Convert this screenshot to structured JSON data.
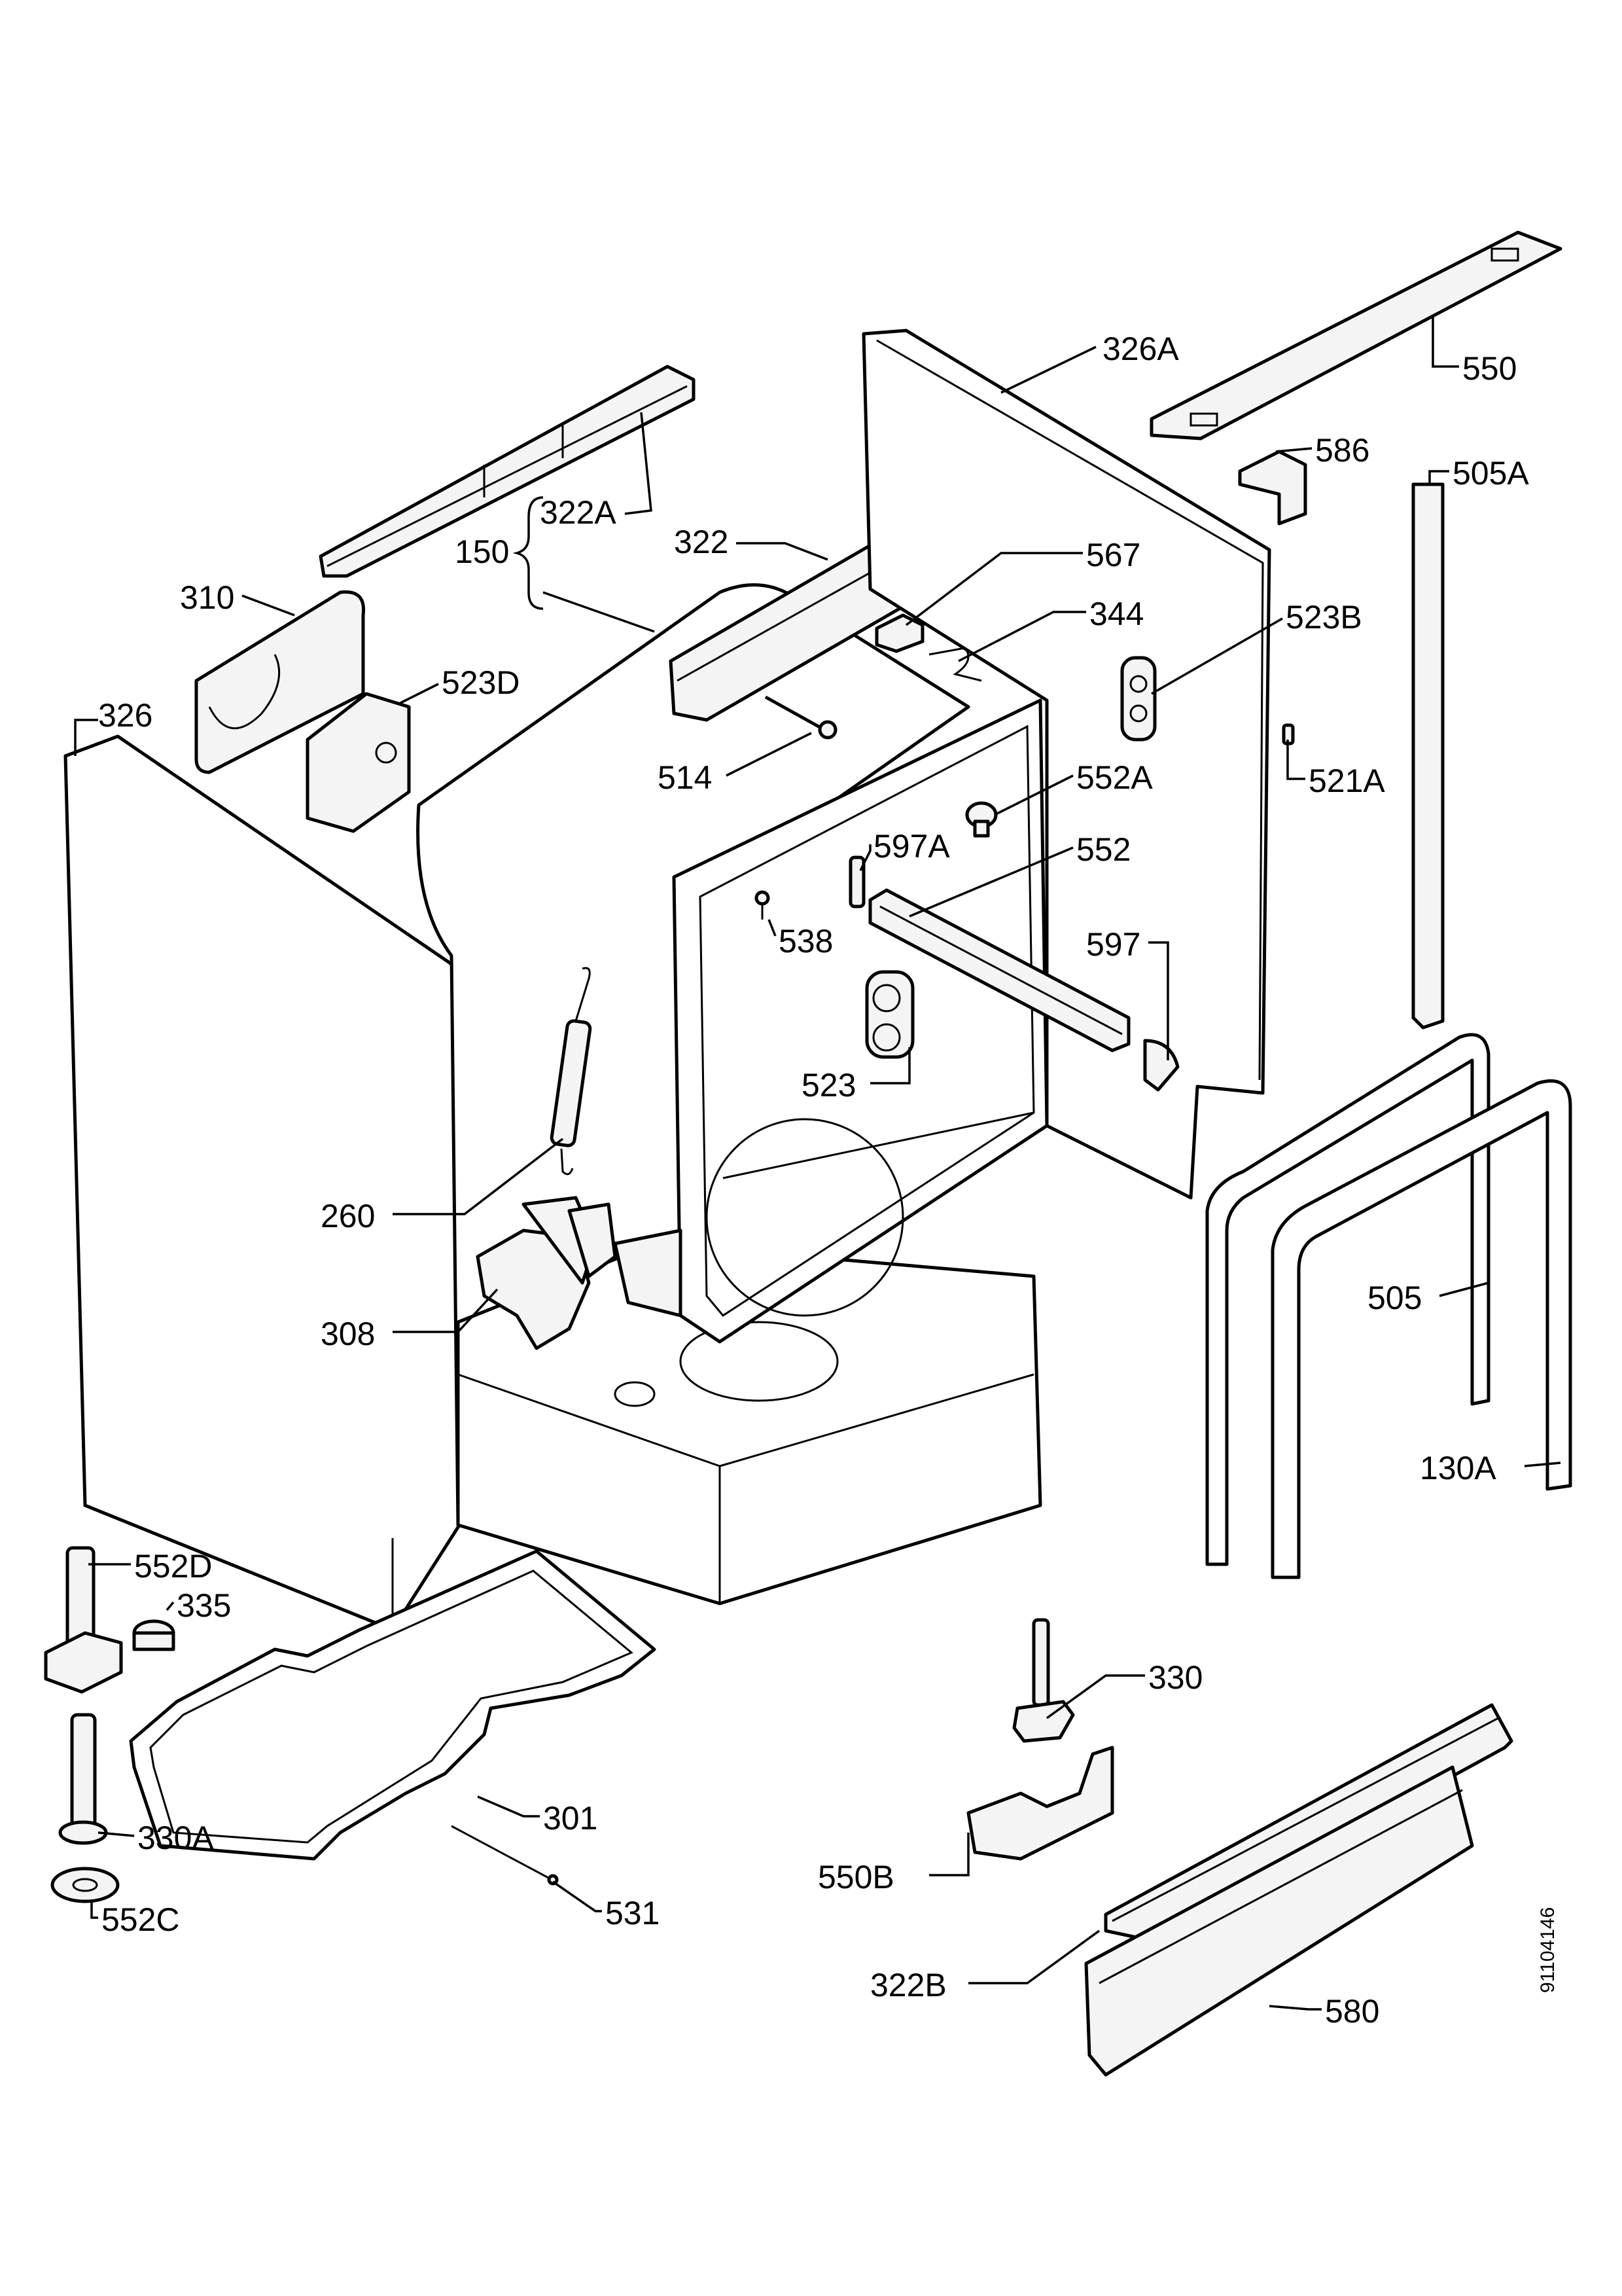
{
  "labels": {
    "l150": "150",
    "l322A": "322A",
    "l310": "310",
    "l523D": "523D",
    "l326": "326",
    "l322": "322",
    "l326A": "326A",
    "l550": "550",
    "l586": "586",
    "l505A": "505A",
    "l567": "567",
    "l344": "344",
    "l523B": "523B",
    "l514": "514",
    "l521A": "521A",
    "l552A": "552A",
    "l597A": "597A",
    "l552": "552",
    "l538": "538",
    "l597": "597",
    "l523": "523",
    "l260": "260",
    "l308": "308",
    "l505": "505",
    "l130A": "130A",
    "l552D": "552D",
    "l335": "335",
    "l330": "330",
    "l330A": "330A",
    "l301": "301",
    "l550B": "550B",
    "l552C": "552C",
    "l531": "531",
    "l322B": "322B",
    "l580": "580"
  },
  "document_number": "91104146"
}
